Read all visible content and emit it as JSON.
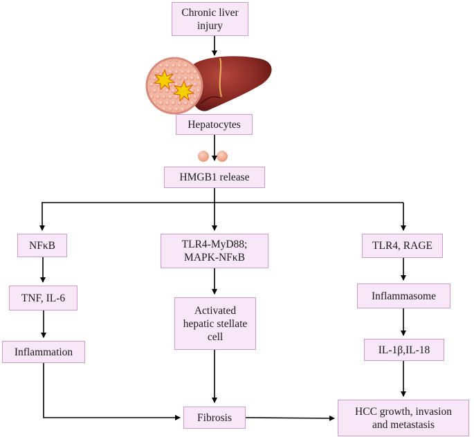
{
  "diagram": {
    "nodes": {
      "chronic_liver_injury": "Chronic liver\ninjury",
      "hepatocytes": "Hepatocytes",
      "hmgb1_release": "HMGB1 release",
      "nfkb": "NFκB",
      "tlr4_myd88": "TLR4-MyD88;\nMAPK-NFκB",
      "tlr4_rage": "TLR4, RAGE",
      "tnf_il6": "TNF, IL-6",
      "activated_hsc": "Activated\nhepatic stellate\ncell",
      "inflammasome": "Inflammasome",
      "inflammation": "Inflammation",
      "il1b_il18": "IL-1β,IL-18",
      "fibrosis": "Fibrosis",
      "hcc": "HCC growth, invasion\nand metastasis"
    },
    "edges": [
      [
        "chronic_liver_injury",
        "liver_illustration"
      ],
      [
        "hepatocytes",
        "hmgb1_release"
      ],
      [
        "hmgb1_release",
        "nfkb"
      ],
      [
        "hmgb1_release",
        "tlr4_myd88"
      ],
      [
        "hmgb1_release",
        "tlr4_rage"
      ],
      [
        "nfkb",
        "tnf_il6"
      ],
      [
        "tnf_il6",
        "inflammation"
      ],
      [
        "inflammation",
        "fibrosis"
      ],
      [
        "tlr4_myd88",
        "activated_hsc"
      ],
      [
        "activated_hsc",
        "fibrosis"
      ],
      [
        "tlr4_rage",
        "inflammasome"
      ],
      [
        "inflammasome",
        "il1b_il18"
      ],
      [
        "il1b_il18",
        "hcc"
      ],
      [
        "fibrosis",
        "hcc"
      ]
    ],
    "illustration_icons": [
      "liver-icon",
      "hepatocyte-magnifier-icon",
      "hmgb1-particle-icon"
    ],
    "colors": {
      "box_fill": "#f7e7f7",
      "box_border": "#c99cc9",
      "liver": "#8a2a24",
      "cell": "#e8826a",
      "particle": "#f1a98a"
    }
  }
}
